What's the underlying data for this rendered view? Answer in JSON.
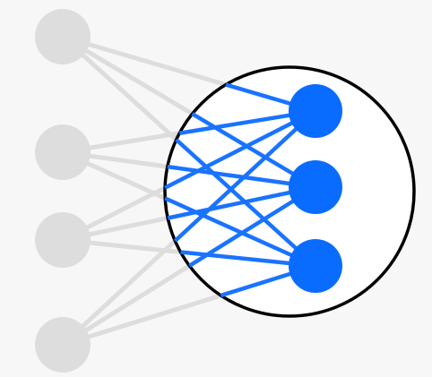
{
  "diagram": {
    "type": "neural-network-layer-zoom",
    "input_layer": {
      "node_count": 4,
      "node_color": "#dddddd",
      "edge_color": "#dddddd"
    },
    "output_layer": {
      "node_count": 3,
      "node_color": "#0a6cff",
      "edge_color": "#1a73ff"
    },
    "highlight_circle": {
      "stroke_color": "#000000",
      "fill_color": "#ffffff"
    },
    "background_color": "#f7f7f7",
    "fully_connected": true
  }
}
